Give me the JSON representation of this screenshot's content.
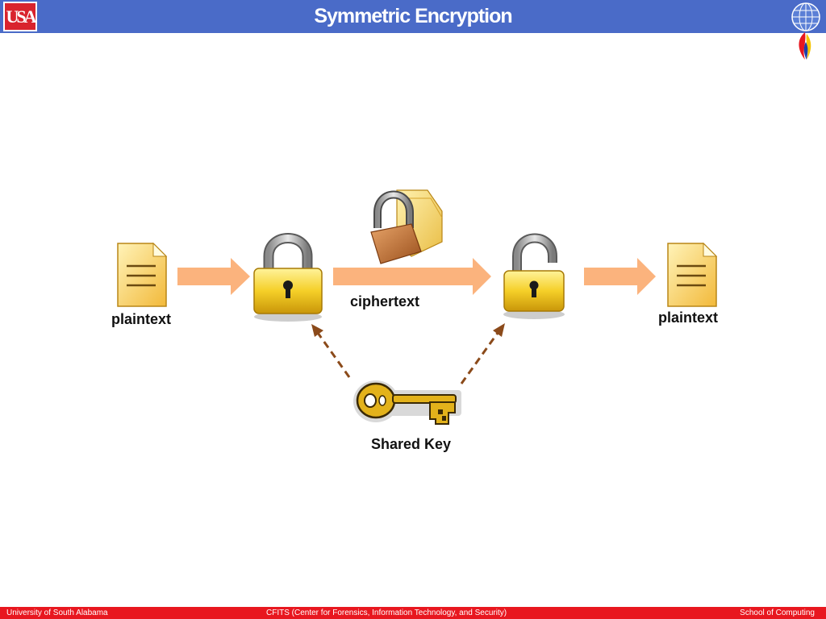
{
  "slide": {
    "title": "Symmetric Encryption",
    "logo_text": "USA"
  },
  "diagram": {
    "plaintext_left": "plaintext",
    "ciphertext": "ciphertext",
    "plaintext_right": "plaintext",
    "shared_key": "Shared Key"
  },
  "footer": {
    "left": "University of South Alabama",
    "center": "CFITS (Center for Forensics,  Information Technology, and Security)",
    "right": "School of Computing"
  },
  "colors": {
    "header": "#4a6bc8",
    "footer": "#e8171f",
    "arrow": "#fbb37d",
    "dashed_arrow": "#8b4a1a",
    "lock_gold": "#f0c419",
    "document": "#f7d06a"
  }
}
